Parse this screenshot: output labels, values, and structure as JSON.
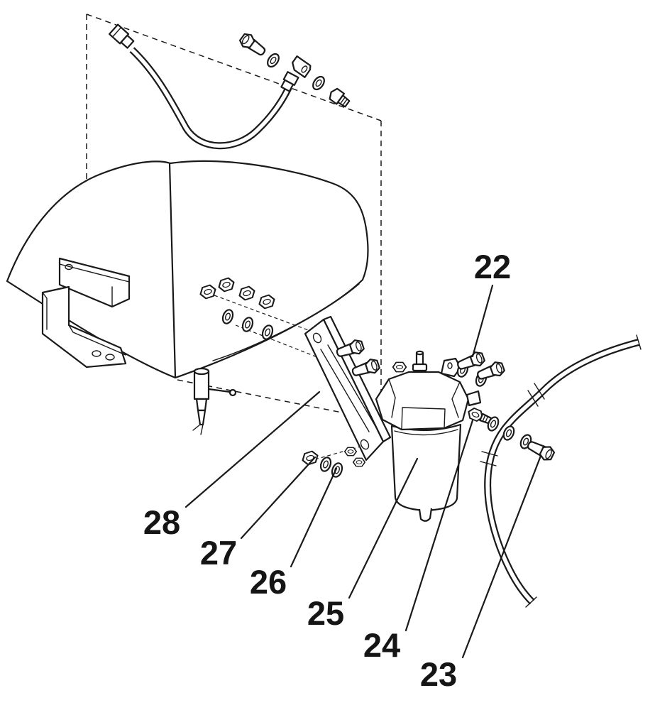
{
  "diagram": {
    "type": "exploded-parts-diagram",
    "callouts": [
      {
        "label": "22"
      },
      {
        "label": "23"
      },
      {
        "label": "24"
      },
      {
        "label": "25"
      },
      {
        "label": "26"
      },
      {
        "label": "27"
      },
      {
        "label": "28"
      }
    ],
    "colors": {
      "line": "#1a1a1a",
      "background": "#ffffff"
    }
  }
}
